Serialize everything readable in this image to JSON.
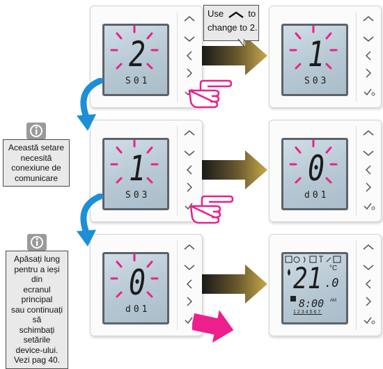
{
  "callout": {
    "use_prefix": "Use",
    "use_suffix": "to",
    "line2": "change to 2."
  },
  "note1": {
    "lines": [
      "Această setare",
      "necesită",
      "conexiune de",
      "comunicare"
    ]
  },
  "note2": {
    "lines": [
      "Apăsați lung",
      "pentru a ieși din",
      "ecranul principal",
      "sau continuați să",
      "schimbați setările",
      "device-ului.",
      "Vezi pag 40."
    ]
  },
  "devices": [
    {
      "main": "2",
      "sub": "S01",
      "blink": true
    },
    {
      "main": "1",
      "sub": "S03",
      "blink": true
    },
    {
      "main": "1",
      "sub": "S03",
      "blink": true
    },
    {
      "main": "0",
      "sub": "d01",
      "blink": true
    },
    {
      "main": "0",
      "sub": "d01",
      "blink": true
    },
    {
      "temp": "21",
      "temp_decimal": ".0",
      "unit": "°C",
      "time": "8:00",
      "ampm": "AM",
      "days": "1234567"
    }
  ],
  "colors": {
    "accent_pink": "#ec1f8c",
    "hint_blue": "#1c8fd6",
    "arrow_gold": "#c6a84a",
    "arrow_dark": "#1a1a1a"
  }
}
